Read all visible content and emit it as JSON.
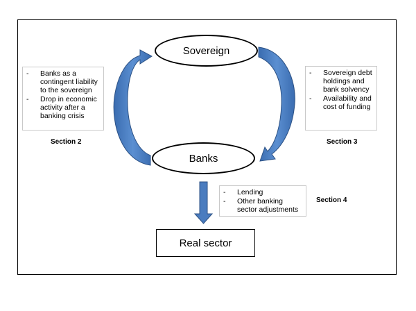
{
  "nodes": {
    "sovereign": "Sovereign",
    "banks": "Banks",
    "real_sector": "Real sector"
  },
  "left_note": {
    "items": [
      "Banks as a contingent liability to the sovereign",
      "Drop in economic activity after a banking crisis"
    ]
  },
  "right_note": {
    "items": [
      "Sovereign debt holdings and bank solvency",
      "Availability and cost of funding"
    ]
  },
  "bottom_note": {
    "items": [
      "Lending",
      "Other banking sector adjustments"
    ]
  },
  "sections": {
    "left": "Section 2",
    "right": "Section 3",
    "bottom": "Section 4"
  },
  "colors": {
    "arrow_fill": "#4f81bd",
    "arrow_stroke": "#2c5184"
  }
}
